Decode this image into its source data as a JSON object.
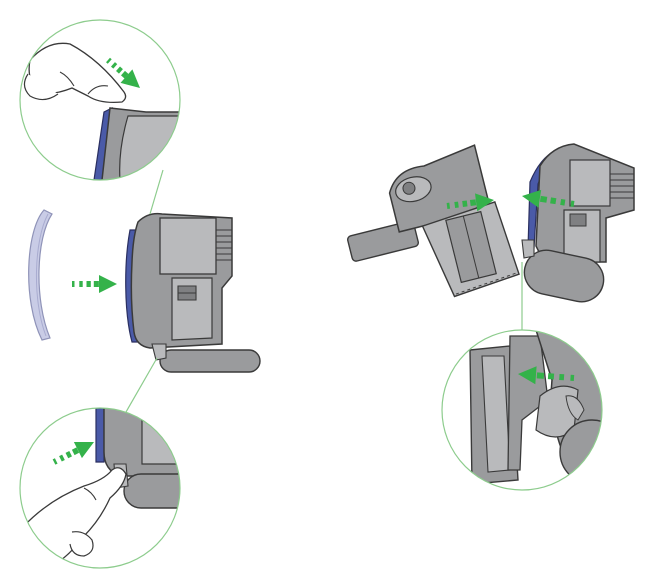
{
  "colors": {
    "body_gray": "#9a9b9d",
    "light_gray": "#b9babc",
    "dark_gray": "#7f8082",
    "outline": "#3a3a3a",
    "accent_blue": "#4a5aa8",
    "filter_lavender": "#c9cce6",
    "arrow_green": "#34b24a",
    "callout_green": "#8dcc8d",
    "hand_fill": "#ffffff"
  },
  "figures": [
    {
      "name": "left-assembly",
      "steps": [
        "insert-blue-filter-strip",
        "press-top-edge",
        "press-bottom-edge"
      ]
    },
    {
      "name": "right-assembly",
      "steps": [
        "join-bin-and-handle",
        "click-latch"
      ]
    }
  ],
  "icons": [
    "green-dashed-arrow-icon",
    "hand-icon",
    "vacuum-handle-icon",
    "dust-bin-icon"
  ]
}
